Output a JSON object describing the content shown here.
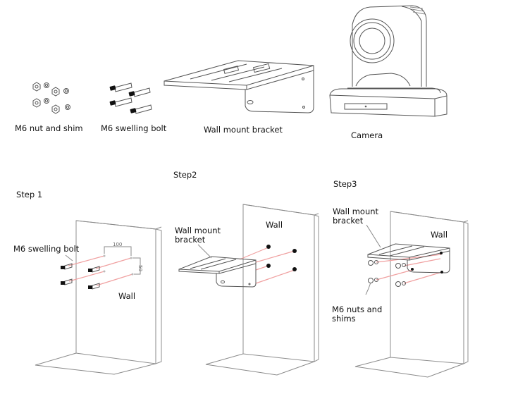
{
  "parts": {
    "nut_shim": "M6 nut and shim",
    "swelling_bolt": "M6 swelling bolt",
    "bracket": "Wall mount bracket",
    "camera": "Camera"
  },
  "step1": {
    "title": "Step 1",
    "bolt_label": "M6 swelling bolt",
    "wall_label": "Wall",
    "dim_horizontal": "100",
    "dim_vertical": "50"
  },
  "step2": {
    "title": "Step2",
    "bracket_label": "Wall mount\nbracket",
    "wall_label": "Wall"
  },
  "step3": {
    "title": "Step3",
    "bracket_label": "Wall mount\nbracket",
    "wall_label": "Wall",
    "nuts_label": "M6 nuts and\nshims"
  },
  "colors": {
    "guide_line": "#f0a0a0",
    "outline": "#555555",
    "wall_outline": "#8f8f8f"
  }
}
